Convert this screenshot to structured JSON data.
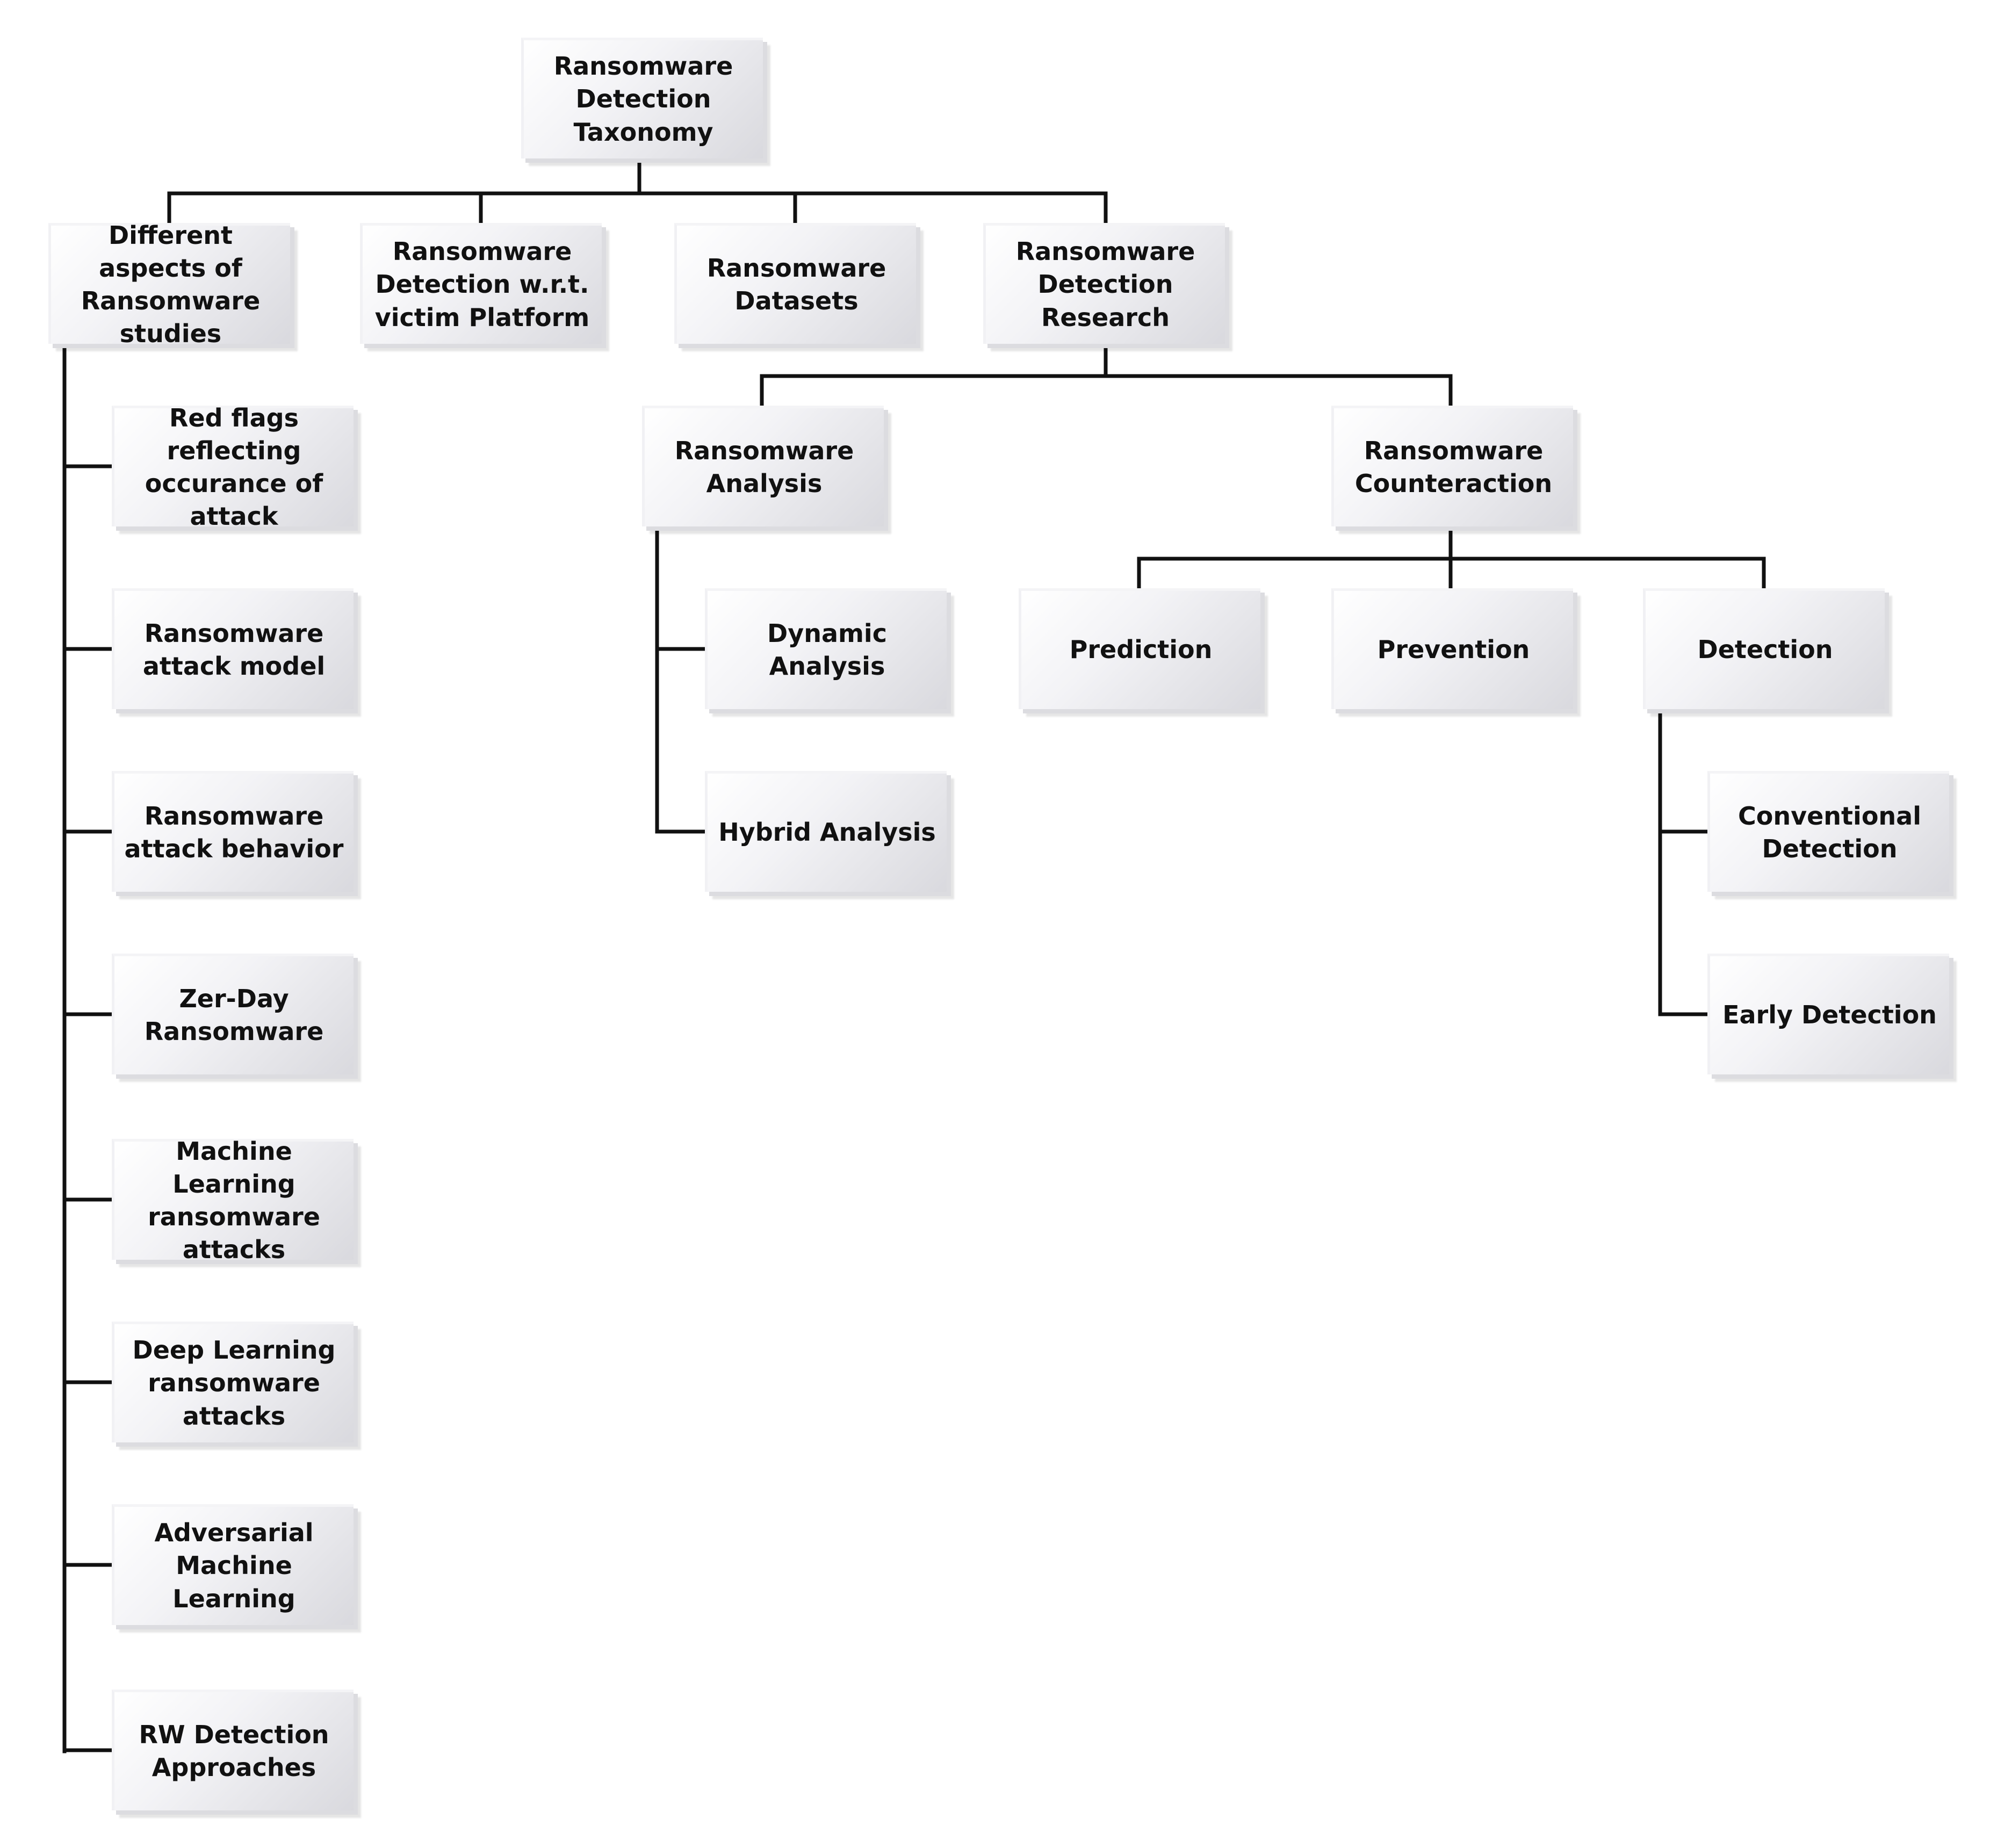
{
  "diagram": {
    "type": "taxonomy-tree",
    "root": {
      "label": "Ransomware Detection Taxonomy"
    },
    "level1": {
      "aspects": "Different aspects of Ransomware studies",
      "platform": "Ransomware Detection w.r.t. victim Platform",
      "datasets": "Ransomware Datasets",
      "research": "Ransomware Detection Research"
    },
    "aspects_children": [
      "Red flags reflecting occurance of attack",
      "Ransomware attack model",
      "Ransomware attack behavior",
      "Zer-Day Ransomware",
      "Machine Learning ransomware attacks",
      "Deep Learning ransomware attacks",
      "Adversarial Machine Learning",
      "RW Detection Approaches"
    ],
    "research_children": {
      "analysis": "Ransomware Analysis",
      "counteraction": "Ransomware Counteraction"
    },
    "analysis_children": [
      "Dynamic Analysis",
      "Hybrid Analysis"
    ],
    "counteraction_children": {
      "prediction": "Prediction",
      "prevention": "Prevention",
      "detection": "Detection"
    },
    "detection_children": [
      "Conventional Detection",
      "Early Detection"
    ]
  }
}
